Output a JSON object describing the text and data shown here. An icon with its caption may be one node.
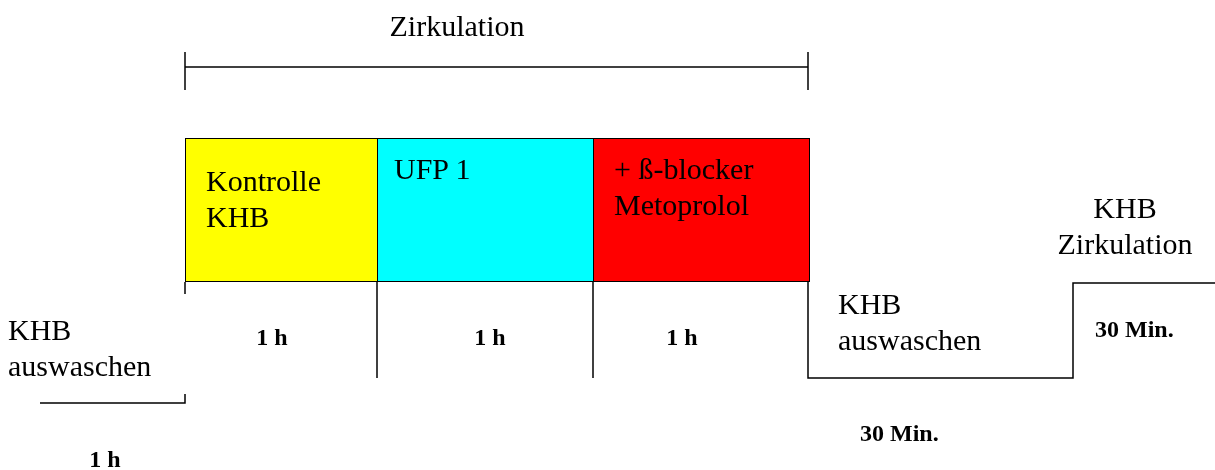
{
  "diagram": {
    "nodes": [
      {
        "text": [
          "Kontrolle KHB"
        ]
      },
      {
        "text": [
          "UFP 1"
        ]
      },
      {
        "text": [
          "+ ß-blocker Metoprolol"
        ]
      }
    ],
    "labels": [
      "Zirkulation",
      "KHB Zirkulation",
      "KHB auswaschen",
      "1 h",
      "1 h",
      "1 h",
      "KHB auswaschen",
      "30 Min.",
      "30 Min.",
      "1 h"
    ]
  }
}
